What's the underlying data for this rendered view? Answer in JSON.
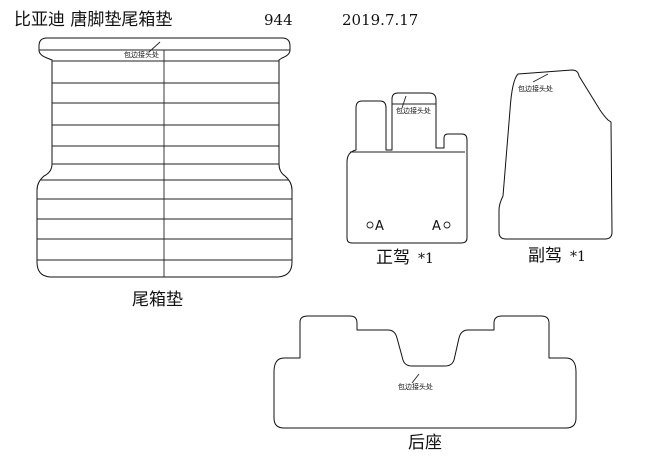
{
  "header": {
    "title": "比亚迪  唐脚垫尾箱垫",
    "model_code": "944",
    "date": "2019.7.17"
  },
  "pieces": {
    "trunk": {
      "label": "尾箱垫",
      "note": "包边接头处"
    },
    "driver": {
      "label": "正驾",
      "quantity": "*1",
      "note": "包边接头处",
      "marker_left": "A",
      "marker_right": "A"
    },
    "passenger": {
      "label": "副驾",
      "quantity": "*1",
      "note": "包边接头处"
    },
    "rear": {
      "label": "后座",
      "note": "包边接头处"
    }
  }
}
